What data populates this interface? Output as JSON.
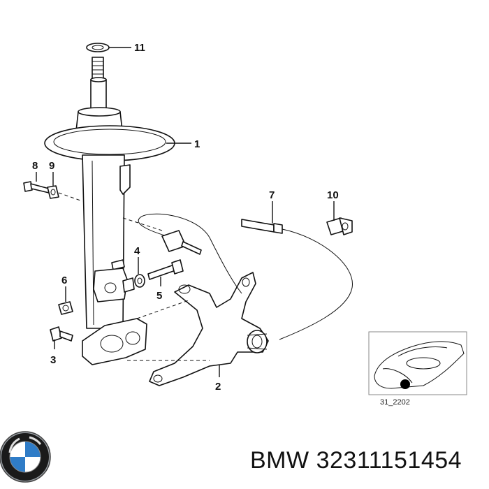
{
  "diagram": {
    "callouts": {
      "c1": "1",
      "c2": "2",
      "c3": "3",
      "c4": "4",
      "c5": "5",
      "c6": "6",
      "c7": "7",
      "c8": "8",
      "c9": "9",
      "c10": "10",
      "c11": "11"
    },
    "inset_code": "31_2202"
  },
  "footer": {
    "brand": "BMW",
    "part_number": "32311151454"
  }
}
